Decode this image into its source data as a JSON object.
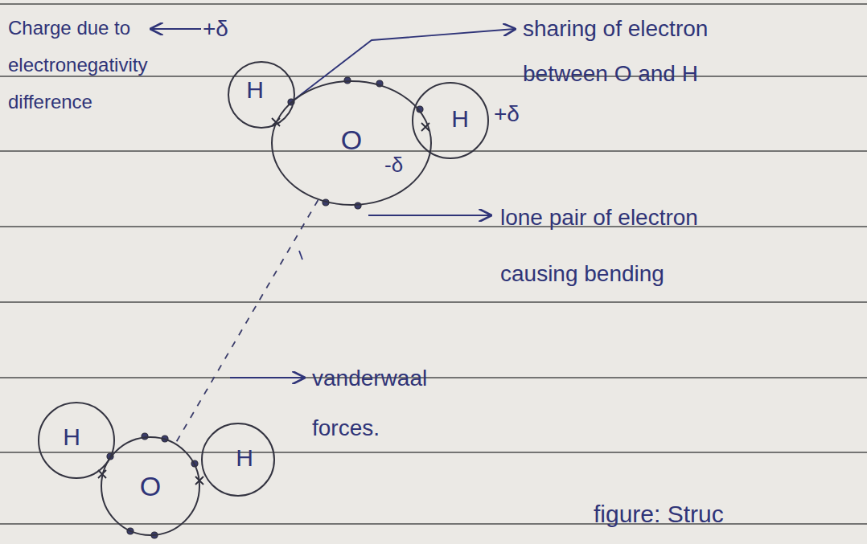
{
  "diagram": {
    "nodes": [
      {
        "text": [
          "H"
        ]
      },
      {
        "text": [
          "O"
        ]
      },
      {
        "text": [
          "H"
        ]
      },
      {
        "text": [
          "H"
        ]
      },
      {
        "text": [
          "O"
        ]
      },
      {
        "text": [
          "H"
        ]
      }
    ],
    "edges": [
      {
        "from": 1,
        "to": 4,
        "arrow": "none"
      }
    ],
    "labels": [
      "Charge due to electronegativity difference",
      "+δ",
      "sharing of electron between O and H",
      "+δ",
      "-δ",
      "lone pair of electron causing bending",
      "vanderwaal forces.",
      "figure: Struc"
    ]
  }
}
